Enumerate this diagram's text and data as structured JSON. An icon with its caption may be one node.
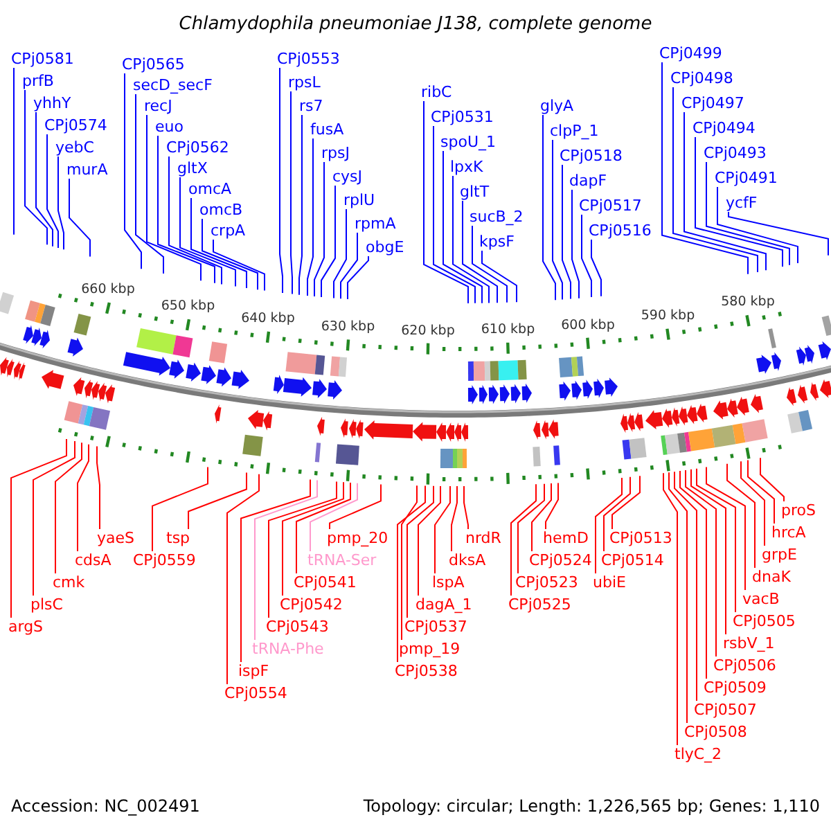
{
  "diagram": {
    "title": "Chlamydophila pneumoniae J138, complete genome",
    "nodes": [
      {
        "text": [
          "CPj0581"
        ]
      },
      {
        "text": [
          "prfB"
        ]
      },
      {
        "text": [
          "yhhY"
        ]
      },
      {
        "text": [
          "CPj0574"
        ]
      },
      {
        "text": [
          "yebC"
        ]
      },
      {
        "text": [
          "murA"
        ]
      },
      {
        "text": [
          "CPj0565"
        ]
      },
      {
        "text": [
          "secD_secF"
        ]
      },
      {
        "text": [
          "recJ"
        ]
      },
      {
        "text": [
          "euo"
        ]
      },
      {
        "text": [
          "CPj0562"
        ]
      },
      {
        "text": [
          "gltX"
        ]
      },
      {
        "text": [
          "omcA"
        ]
      },
      {
        "text": [
          "omcB"
        ]
      },
      {
        "text": [
          "crpA"
        ]
      },
      {
        "text": [
          "CPj0553"
        ]
      },
      {
        "text": [
          "rpsL"
        ]
      },
      {
        "text": [
          "rs7"
        ]
      },
      {
        "text": [
          "fusA"
        ]
      },
      {
        "text": [
          "rpsJ"
        ]
      },
      {
        "text": [
          "cysJ"
        ]
      },
      {
        "text": [
          "rplU"
        ]
      },
      {
        "text": [
          "rpmA"
        ]
      },
      {
        "text": [
          "obgE"
        ]
      },
      {
        "text": [
          "ribC"
        ]
      },
      {
        "text": [
          "CPj0531"
        ]
      },
      {
        "text": [
          "spoU_1"
        ]
      },
      {
        "text": [
          "lpxK"
        ]
      },
      {
        "text": [
          "gltT"
        ]
      },
      {
        "text": [
          "sucB_2"
        ]
      },
      {
        "text": [
          "kpsF"
        ]
      },
      {
        "text": [
          "glyA"
        ]
      },
      {
        "text": [
          "clpP_1"
        ]
      },
      {
        "text": [
          "CPj0518"
        ]
      },
      {
        "text": [
          "dapF"
        ]
      },
      {
        "text": [
          "CPj0517"
        ]
      },
      {
        "text": [
          "CPj0516"
        ]
      },
      {
        "text": [
          "CPj0499"
        ]
      },
      {
        "text": [
          "CPj0498"
        ]
      },
      {
        "text": [
          "CPj0497"
        ]
      },
      {
        "text": [
          "CPj0494"
        ]
      },
      {
        "text": [
          "CPj0493"
        ]
      },
      {
        "text": [
          "CPj0491"
        ]
      },
      {
        "text": [
          "ycfF"
        ]
      },
      {
        "text": [
          "yaeS"
        ]
      },
      {
        "text": [
          "cdsA"
        ]
      },
      {
        "text": [
          "cmk"
        ]
      },
      {
        "text": [
          "plsC"
        ]
      },
      {
        "text": [
          "argS"
        ]
      },
      {
        "text": [
          "tsp"
        ]
      },
      {
        "text": [
          "CPj0559"
        ]
      },
      {
        "text": [
          "pmp_20"
        ]
      },
      {
        "text": [
          "tRNA-Ser"
        ]
      },
      {
        "text": [
          "CPj0541"
        ]
      },
      {
        "text": [
          "CPj0542"
        ]
      },
      {
        "text": [
          "CPj0543"
        ]
      },
      {
        "text": [
          "tRNA-Phe"
        ]
      },
      {
        "text": [
          "ispF"
        ]
      },
      {
        "text": [
          "CPj0554"
        ]
      },
      {
        "text": [
          "nrdR"
        ]
      },
      {
        "text": [
          "dksA"
        ]
      },
      {
        "text": [
          "lspA"
        ]
      },
      {
        "text": [
          "dagA_1"
        ]
      },
      {
        "text": [
          "CPj0537"
        ]
      },
      {
        "text": [
          "pmp_19"
        ]
      },
      {
        "text": [
          "CPj0538"
        ]
      },
      {
        "text": [
          "hemD"
        ]
      },
      {
        "text": [
          "CPj0524"
        ]
      },
      {
        "text": [
          "CPj0523"
        ]
      },
      {
        "text": [
          "CPj0525"
        ]
      },
      {
        "text": [
          "CPj0513"
        ]
      },
      {
        "text": [
          "CPj0514"
        ]
      },
      {
        "text": [
          "ubiE"
        ]
      },
      {
        "text": [
          "proS"
        ]
      },
      {
        "text": [
          "hrcA"
        ]
      },
      {
        "text": [
          "grpE"
        ]
      },
      {
        "text": [
          "dnaK"
        ]
      },
      {
        "text": [
          "vacB"
        ]
      },
      {
        "text": [
          "CPj0505"
        ]
      },
      {
        "text": [
          "rsbV_1"
        ]
      },
      {
        "text": [
          "CPj0506"
        ]
      },
      {
        "text": [
          "CPj0509"
        ]
      },
      {
        "text": [
          "CPj0507"
        ]
      },
      {
        "text": [
          "CPj0508"
        ]
      },
      {
        "text": [
          "tlyC_2"
        ]
      }
    ],
    "edges": [
      {
        "from": 0,
        "to": null,
        "arrow": "none"
      },
      {
        "from": 1,
        "to": null,
        "arrow": "none"
      },
      {
        "from": 2,
        "to": null,
        "arrow": "none"
      },
      {
        "from": 3,
        "to": null,
        "arrow": "none"
      },
      {
        "from": 4,
        "to": null,
        "arrow": "none"
      },
      {
        "from": 5,
        "to": null,
        "arrow": "none"
      },
      {
        "from": 6,
        "to": null,
        "arrow": "none"
      },
      {
        "from": 7,
        "to": null,
        "arrow": "none"
      },
      {
        "from": 8,
        "to": null,
        "arrow": "none"
      },
      {
        "from": 9,
        "to": null,
        "arrow": "none"
      },
      {
        "from": 10,
        "to": null,
        "arrow": "none"
      },
      {
        "from": 11,
        "to": null,
        "arrow": "none"
      },
      {
        "from": 12,
        "to": null,
        "arrow": "none"
      },
      {
        "from": 13,
        "to": null,
        "arrow": "none"
      },
      {
        "from": 14,
        "to": null,
        "arrow": "none"
      },
      {
        "from": 15,
        "to": null,
        "arrow": "none"
      },
      {
        "from": 16,
        "to": null,
        "arrow": "none"
      },
      {
        "from": 17,
        "to": null,
        "arrow": "none"
      },
      {
        "from": 18,
        "to": null,
        "arrow": "none"
      },
      {
        "from": 19,
        "to": null,
        "arrow": "none"
      },
      {
        "from": 20,
        "to": null,
        "arrow": "none"
      },
      {
        "from": 21,
        "to": null,
        "arrow": "none"
      },
      {
        "from": 22,
        "to": null,
        "arrow": "none"
      },
      {
        "from": 23,
        "to": null,
        "arrow": "none"
      },
      {
        "from": 24,
        "to": null,
        "arrow": "none"
      },
      {
        "from": 25,
        "to": null,
        "arrow": "none"
      },
      {
        "from": 26,
        "to": null,
        "arrow": "none"
      },
      {
        "from": 27,
        "to": null,
        "arrow": "none"
      },
      {
        "from": 28,
        "to": null,
        "arrow": "none"
      },
      {
        "from": 29,
        "to": null,
        "arrow": "none"
      },
      {
        "from": 30,
        "to": null,
        "arrow": "none"
      },
      {
        "from": 31,
        "to": null,
        "arrow": "none"
      },
      {
        "from": 32,
        "to": null,
        "arrow": "none"
      },
      {
        "from": 33,
        "to": null,
        "arrow": "none"
      },
      {
        "from": 34,
        "to": null,
        "arrow": "none"
      },
      {
        "from": 35,
        "to": null,
        "arrow": "none"
      },
      {
        "from": 36,
        "to": null,
        "arrow": "none"
      },
      {
        "from": 37,
        "to": null,
        "arrow": "none"
      },
      {
        "from": 38,
        "to": null,
        "arrow": "none"
      },
      {
        "from": 39,
        "to": null,
        "arrow": "none"
      },
      {
        "from": 40,
        "to": null,
        "arrow": "none"
      },
      {
        "from": 41,
        "to": null,
        "arrow": "none"
      },
      {
        "from": 42,
        "to": null,
        "arrow": "none"
      },
      {
        "from": 43,
        "to": null,
        "arrow": "none"
      },
      {
        "from": 44,
        "to": null,
        "arrow": "none",
        "color": "#ff0000"
      },
      {
        "from": 45,
        "to": null,
        "arrow": "none",
        "color": "#ff0000"
      },
      {
        "from": 46,
        "to": null,
        "arrow": "none",
        "color": "#ff0000"
      },
      {
        "from": 47,
        "to": null,
        "arrow": "none",
        "color": "#ff0000"
      },
      {
        "from": 48,
        "to": null,
        "arrow": "none",
        "color": "#ff0000"
      },
      {
        "from": 49,
        "to": null,
        "arrow": "none",
        "color": "#ff0000"
      },
      {
        "from": 50,
        "to": null,
        "arrow": "none",
        "color": "#ff0000"
      },
      {
        "from": 51,
        "to": null,
        "arrow": "none",
        "color": "#ff0000"
      },
      {
        "from": 52,
        "to": null,
        "arrow": "none",
        "color": "#ff99cc"
      },
      {
        "from": 53,
        "to": null,
        "arrow": "none",
        "color": "#ff0000"
      },
      {
        "from": 54,
        "to": null,
        "arrow": "none",
        "color": "#ff0000"
      },
      {
        "from": 55,
        "to": null,
        "arrow": "none",
        "color": "#ff0000"
      },
      {
        "from": 56,
        "to": null,
        "arrow": "none",
        "color": "#ff99cc"
      },
      {
        "from": 57,
        "to": null,
        "arrow": "none",
        "color": "#ff0000"
      },
      {
        "from": 58,
        "to": null,
        "arrow": "none",
        "color": "#ff0000"
      },
      {
        "from": 59,
        "to": null,
        "arrow": "none",
        "color": "#ff0000"
      },
      {
        "from": 60,
        "to": null,
        "arrow": "none",
        "color": "#ff0000"
      },
      {
        "from": 61,
        "to": null,
        "arrow": "none",
        "color": "#ff0000"
      },
      {
        "from": 62,
        "to": null,
        "arrow": "none",
        "color": "#ff0000"
      },
      {
        "from": 63,
        "to": null,
        "arrow": "none",
        "color": "#ff0000"
      },
      {
        "from": 64,
        "to": null,
        "arrow": "none",
        "color": "#ff0000"
      },
      {
        "from": 65,
        "to": null,
        "arrow": "none",
        "color": "#ff0000"
      },
      {
        "from": 66,
        "to": null,
        "arrow": "none",
        "color": "#ff0000"
      },
      {
        "from": 67,
        "to": null,
        "arrow": "none",
        "color": "#ff0000"
      },
      {
        "from": 68,
        "to": null,
        "arrow": "none",
        "color": "#ff0000"
      },
      {
        "from": 69,
        "to": null,
        "arrow": "none",
        "color": "#ff0000"
      },
      {
        "from": 70,
        "to": null,
        "arrow": "none",
        "color": "#ff0000"
      },
      {
        "from": 71,
        "to": null,
        "arrow": "none",
        "color": "#ff0000"
      },
      {
        "from": 72,
        "to": null,
        "arrow": "none",
        "color": "#ff0000"
      },
      {
        "from": 73,
        "to": null,
        "arrow": "none",
        "color": "#ff0000"
      },
      {
        "from": 74,
        "to": null,
        "arrow": "none",
        "color": "#ff0000"
      },
      {
        "from": 75,
        "to": null,
        "arrow": "none",
        "color": "#ff0000"
      },
      {
        "from": 76,
        "to": null,
        "arrow": "none",
        "color": "#ff0000"
      },
      {
        "from": 77,
        "to": null,
        "arrow": "none",
        "color": "#ff0000"
      },
      {
        "from": 78,
        "to": null,
        "arrow": "none",
        "color": "#ff0000"
      },
      {
        "from": 79,
        "to": null,
        "arrow": "none",
        "color": "#ff0000"
      },
      {
        "from": 80,
        "to": null,
        "arrow": "none",
        "color": "#ff0000"
      },
      {
        "from": 81,
        "to": null,
        "arrow": "none",
        "color": "#ff0000"
      },
      {
        "from": 82,
        "to": null,
        "arrow": "none",
        "color": "#ff0000"
      },
      {
        "from": 83,
        "to": null,
        "arrow": "none",
        "color": "#ff0000"
      },
      {
        "from": 84,
        "to": null,
        "arrow": "none",
        "color": "#ff0000"
      }
    ],
    "labels": [
      "660 kbp",
      "650 kbp",
      "640 kbp",
      "630 kbp",
      "620 kbp",
      "610 kbp",
      "600 kbp",
      "590 kbp",
      "580 kbp",
      "Accession: NC_002491",
      "Topology: circular; Length: 1,226,565 bp; Genes: 1,110"
    ]
  }
}
